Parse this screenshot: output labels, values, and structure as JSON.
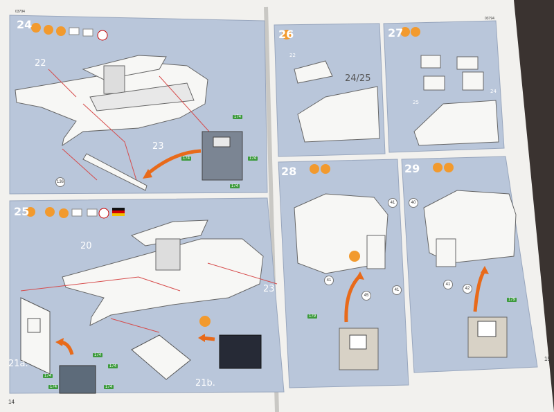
{
  "page_left": {
    "page_number": "14",
    "header_code": "03794"
  },
  "page_right": {
    "page_number": "15",
    "header_code": "03794"
  },
  "steps": [
    {
      "id": "24",
      "label": "24",
      "parts": [
        "22",
        "23",
        "136"
      ],
      "color_tags": [
        "174",
        "174",
        "174",
        "174"
      ]
    },
    {
      "id": "25",
      "label": "25",
      "parts": [
        "20",
        "23",
        "21a.",
        "21b."
      ],
      "color_tags": [
        "174",
        "174",
        "174",
        "174",
        "174"
      ]
    },
    {
      "id": "26",
      "label": "26",
      "parts": [
        "22",
        "24/25"
      ]
    },
    {
      "id": "27",
      "label": "27",
      "parts": [
        "24",
        "25"
      ]
    },
    {
      "id": "28",
      "label": "28",
      "parts": [
        "41",
        "41",
        "41",
        "45"
      ],
      "color_tags": [
        "179"
      ]
    },
    {
      "id": "29",
      "label": "29",
      "parts": [
        "40",
        "41",
        "42"
      ],
      "color_tags": [
        "179"
      ]
    }
  ],
  "flag_colors": {
    "germany": [
      "#111111",
      "#d40000",
      "#f2c100"
    ]
  },
  "icons": [
    "question-icon",
    "glue-icon",
    "paint-icon",
    "decal-icon",
    "clock-icon",
    "flag-icon"
  ],
  "colors": {
    "page": "#b9c6da",
    "paper": "#f2f1ee",
    "arrow": "#e86a1a",
    "tag": "#3c9a3c"
  }
}
